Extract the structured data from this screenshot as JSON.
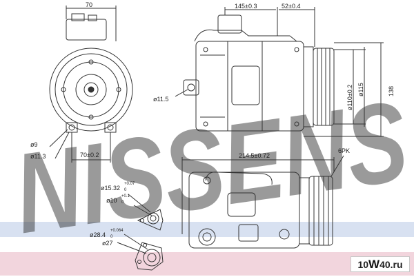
{
  "watermark": {
    "text": "NISSENS",
    "color": "#b9c9e8"
  },
  "badge": {
    "prefix": "10",
    "letter": "W",
    "suffix": "40.ru"
  },
  "front_view": {
    "width_label": "70",
    "bolt_dia": "ø9",
    "mount_dia": "ø11.3",
    "mount_width": "70±0.2"
  },
  "side_view": {
    "length_label": "145±0.3",
    "pulley_offset": "52±0.4",
    "bore_dia": "ø11.5",
    "pulley_dia_a": "ø110±0.2",
    "pulley_dia_b": "ø115",
    "height": "138"
  },
  "bottom_view": {
    "length_label": "214.5±0.72",
    "belt": "6PK"
  },
  "ports": {
    "suction_dia": "ø15.32",
    "suction_tol_up": "+0.07",
    "suction_tol_dn": "0",
    "suction_bore": "ø10",
    "suction_bore_tol_up": "+0.1",
    "suction_bore_tol_dn": "0",
    "discharge_dia": "ø28.4",
    "discharge_tol_up": "+0.064",
    "discharge_tol_dn": "0",
    "discharge_bore": "ø27"
  },
  "colors": {
    "line": "#333333",
    "band": "#d8e1f1",
    "accent_band": "#ecc3cf"
  }
}
